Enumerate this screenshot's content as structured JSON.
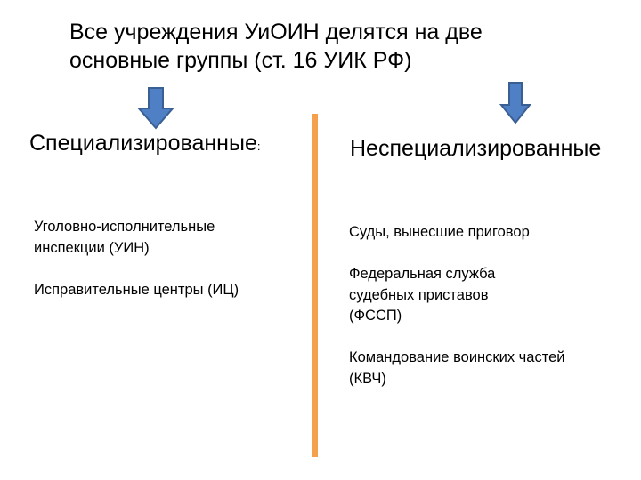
{
  "title": "Все учреждения УиОИН делятся на две\nосновные группы (ст. 16 УИК РФ)",
  "left": {
    "heading": "Специализированные",
    "heading_suffix": ":",
    "items": [
      "Уголовно-исполнительные\nинспекции (УИН)",
      "Исправительные центры (ИЦ)"
    ]
  },
  "right": {
    "heading": "Неспециализированные",
    "items": [
      "Суды, вынесшие приговор",
      "Федеральная служба\nсудебных приставов\n(ФССП)",
      "Командование воинских частей\n(КВЧ)"
    ]
  },
  "colors": {
    "arrow_fill": "#4f7fc4",
    "arrow_stroke": "#3a5f93",
    "divider": "#f5a04d"
  },
  "icons": {
    "left_arrow": "down-arrow-icon",
    "right_arrow": "down-arrow-icon"
  }
}
